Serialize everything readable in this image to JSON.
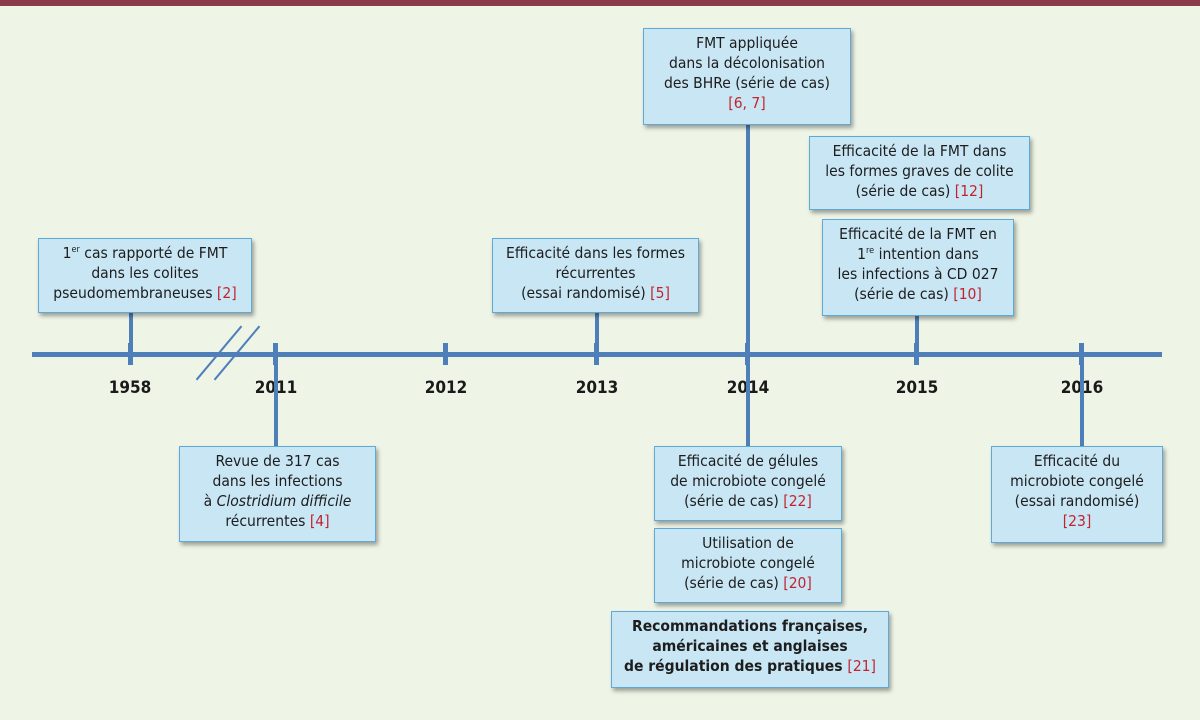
{
  "years": [
    "1958",
    "2011",
    "2012",
    "2013",
    "2014",
    "2015",
    "2016"
  ],
  "events": {
    "e1958": {
      "l1_pre": "1",
      "l1_sup": "er",
      "l1_post": " cas rapporté de FMT",
      "l2": "dans les colites",
      "l3": "pseudomembraneuses",
      "ref": "[2]"
    },
    "e2011": {
      "l1": "Revue de 317 cas",
      "l2": "dans les infections",
      "l3_pre": "à ",
      "l3_italic": "Clostridium difficile",
      "l4": "récurrentes",
      "ref": "[4]"
    },
    "e2013": {
      "l1": "Efficacité dans les formes",
      "l2": "récurrentes",
      "l3": "(essai randomisé)",
      "ref": "[5]"
    },
    "e2014_top": {
      "l1": "FMT appliquée",
      "l2": "dans la décolonisation",
      "l3": "des BHRe (série de cas)",
      "ref": "[6, 7]"
    },
    "e2015_a": {
      "l1": "Efficacité de la FMT dans",
      "l2": "les formes graves de colite",
      "l3": "(série de cas)",
      "ref": "[12]"
    },
    "e2015_b": {
      "l1": "Efficacité de la FMT en",
      "l2_pre": "1",
      "l2_sup": "re",
      "l2_post": " intention dans",
      "l3": "les infections à CD 027",
      "l4": "(série de cas)",
      "ref": "[10]"
    },
    "e2014_b1": {
      "l1": "Efficacité de gélules",
      "l2": "de microbiote congelé",
      "l3": "(série de cas)",
      "ref": "[22]"
    },
    "e2014_b2": {
      "l1": "Utilisation de",
      "l2": "microbiote congelé",
      "l3": "(série de cas)",
      "ref": "[20]"
    },
    "e2014_b3": {
      "l1": "Recommandations françaises,",
      "l2": "américaines et anglaises",
      "l3": "de régulation des pratiques",
      "ref": "[21]"
    },
    "e2016": {
      "l1": "Efficacité du",
      "l2": "microbiote congelé",
      "l3": "(essai randomisé)",
      "ref": "[23]"
    }
  },
  "colors": {
    "axis": "#4f7fb9",
    "box_fill": "#c9e6f4",
    "box_border": "#5ea9d6",
    "reference": "#c2242f",
    "top_bar": "#8b3a4b",
    "background": "#eef4e6"
  }
}
